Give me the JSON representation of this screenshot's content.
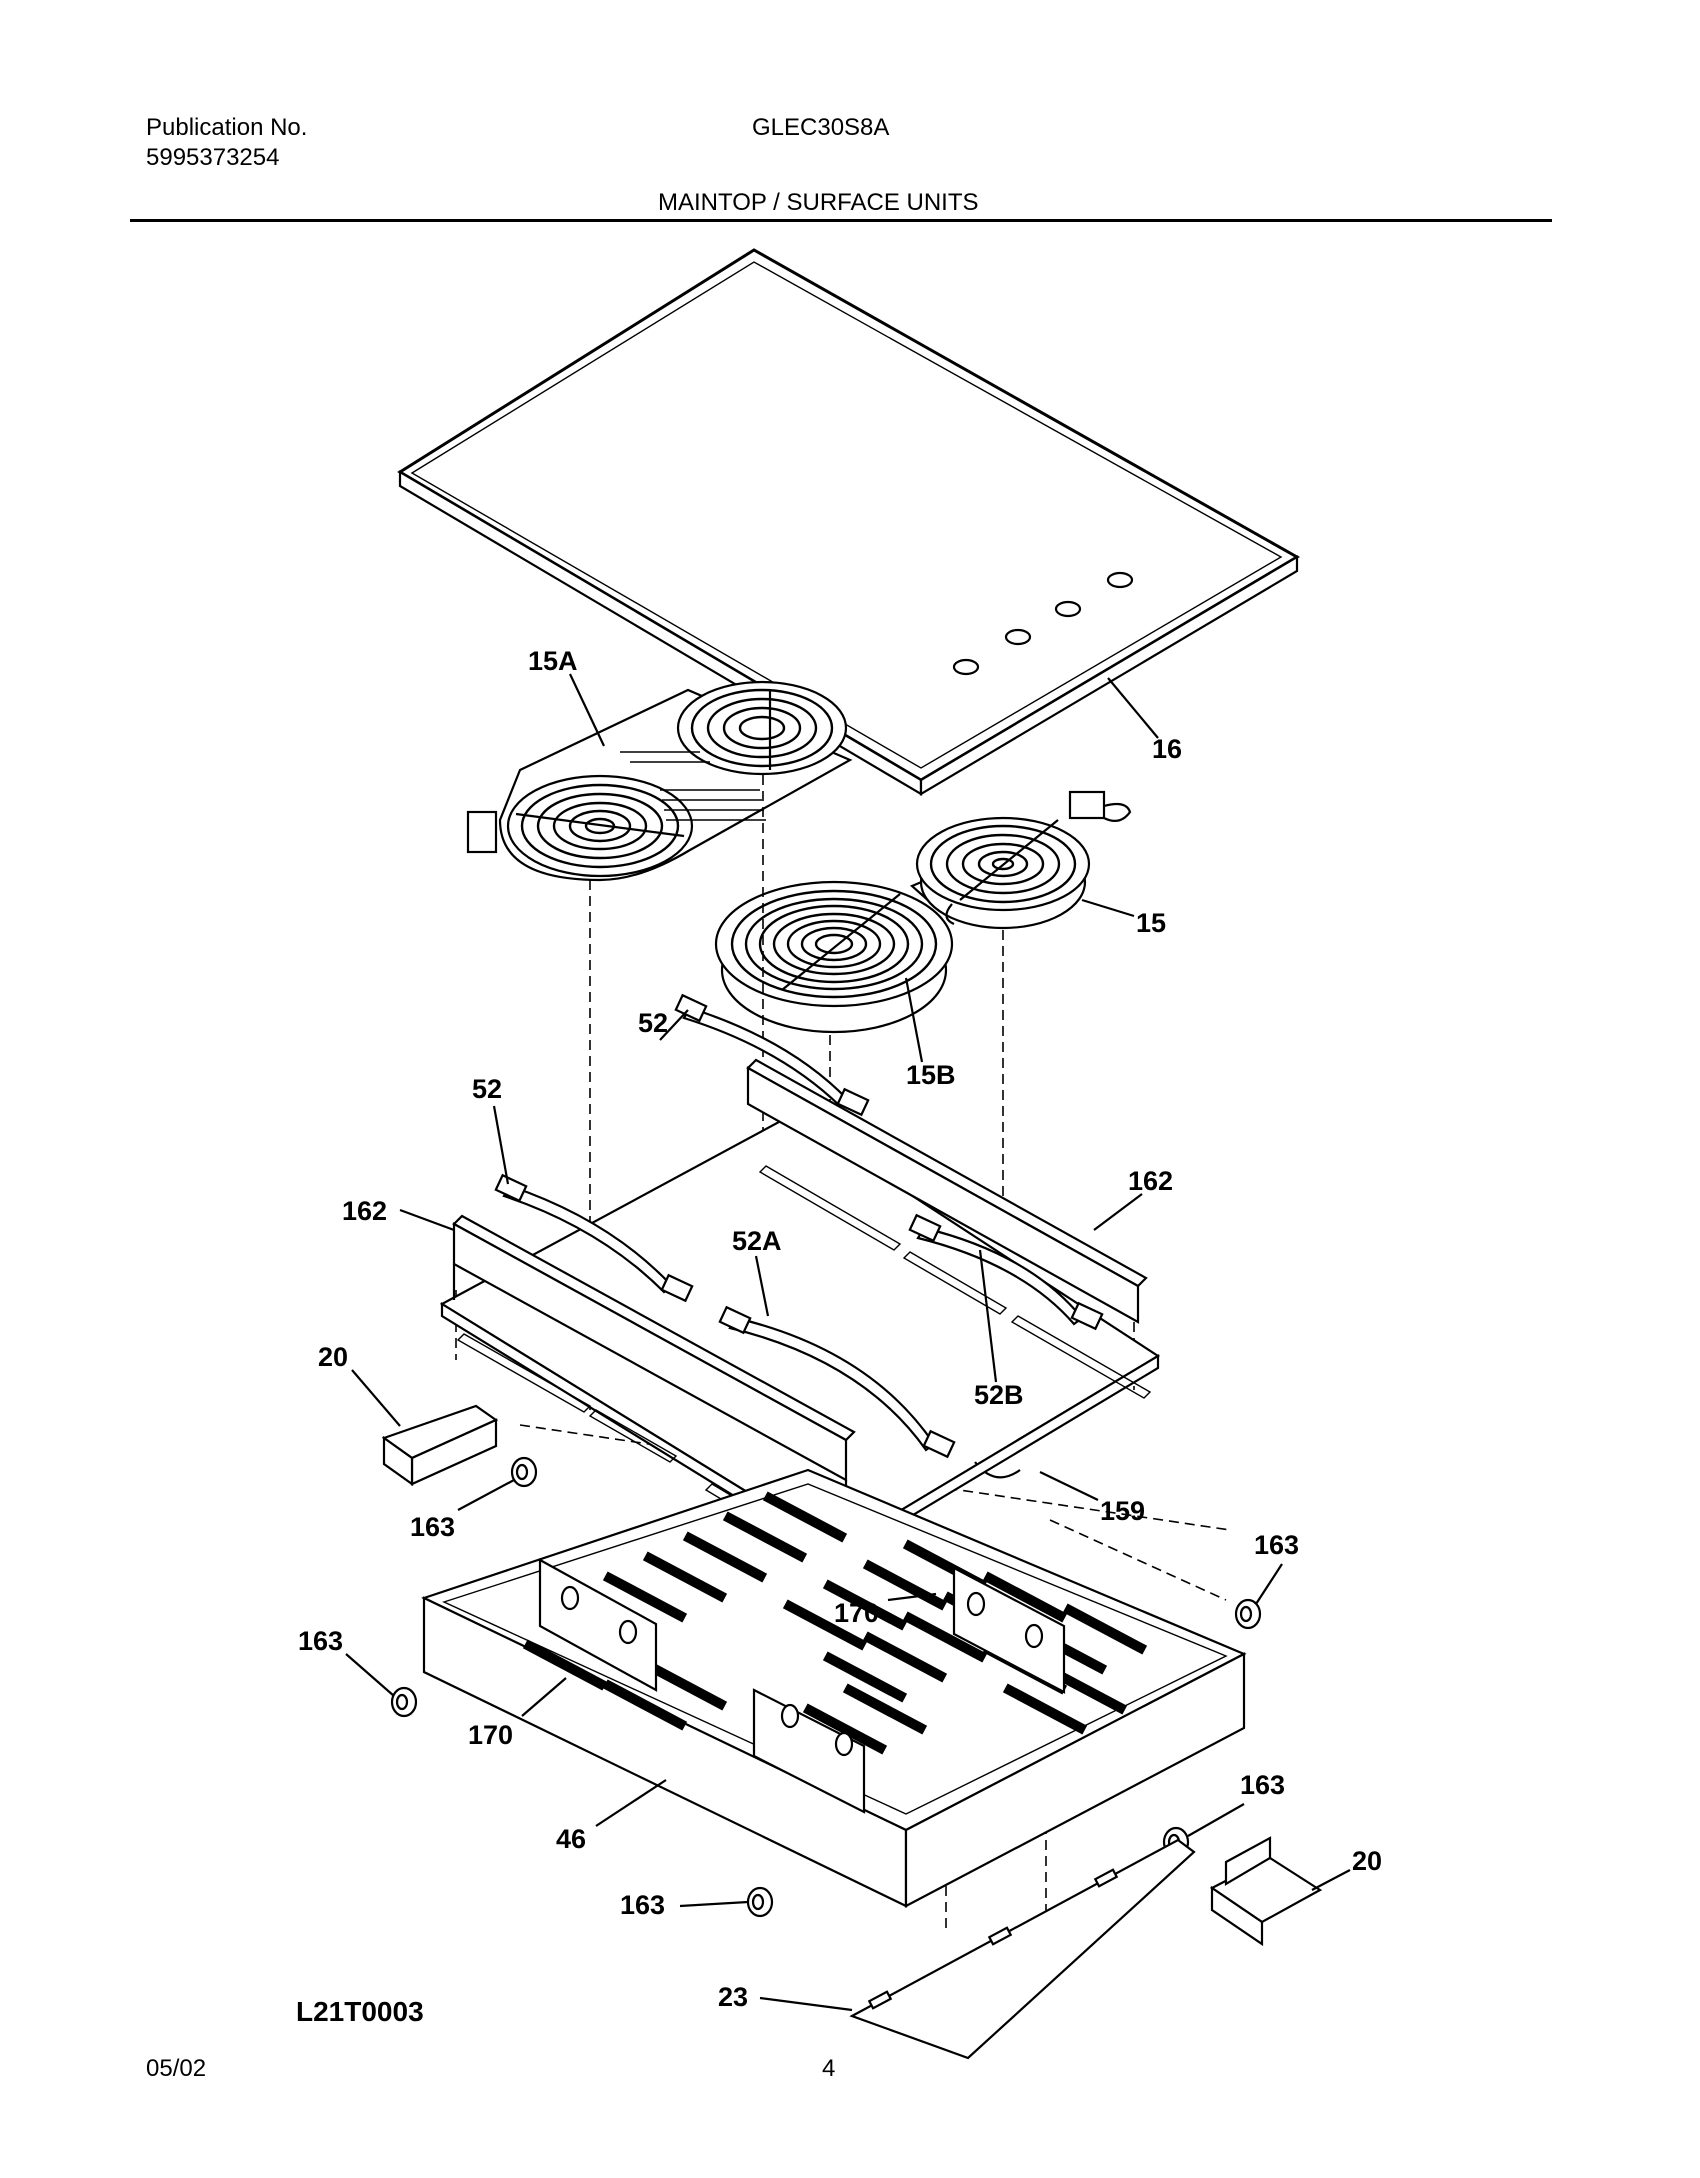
{
  "header": {
    "publication_label": "Publication No.",
    "publication_number": "5995373254",
    "model": "GLEC30S8A",
    "section_title": "MAINTOP / SURFACE UNITS"
  },
  "callouts": {
    "c15A": "15A",
    "c16": "16",
    "c15": "15",
    "c15B": "15B",
    "c52_top": "52",
    "c52_left": "52",
    "c162_left": "162",
    "c162_right": "162",
    "c52A": "52A",
    "c52B": "52B",
    "c20_left": "20",
    "c163_a": "163",
    "c159": "159",
    "c163_b": "163",
    "c163_c": "163",
    "c170_a": "170",
    "c170_b": "170",
    "c163_d": "163",
    "c46": "46",
    "c20_right": "20",
    "c163_e": "163",
    "c23": "23"
  },
  "footer": {
    "figure_code": "L21T0003",
    "date": "05/02",
    "page": "4"
  }
}
